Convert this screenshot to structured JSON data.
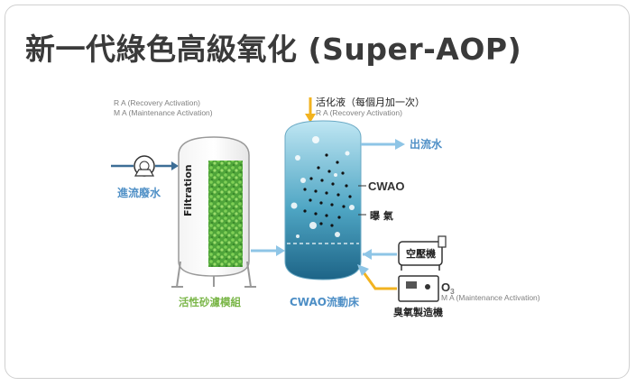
{
  "title": "新一代綠色高級氧化 (Super-AOP)",
  "legend": {
    "ra": "R A (Recovery Activation)",
    "ma": "M A (Maintenance Activation)"
  },
  "filter": {
    "inlet_label": "進流廢水",
    "vertical_label": "Filtration",
    "module_label": "活性砂濾模組"
  },
  "reactor": {
    "top_feed_label": "活化液（每個月加一次）",
    "top_feed_sub": "R A (Recovery Activation)",
    "outlet_label": "出流水",
    "cwao_label": "CWAO",
    "aeration_label": "曝  氣",
    "bed_label": "CWAO流動床"
  },
  "equipment": {
    "compressor_label": "空壓機",
    "ozone_symbol": "O",
    "ozone_sub": "3",
    "ozone_sub_label": "M A (Maintenance Activation)",
    "ozone_generator_label": "臭氧製造機"
  },
  "colors": {
    "arrow_blue": "#8ec5e6",
    "arrow_dark": "#3d6e96",
    "feed_arrow": "#f2b320",
    "green_text": "#7ab648",
    "blue_text": "#4e8fc6"
  }
}
